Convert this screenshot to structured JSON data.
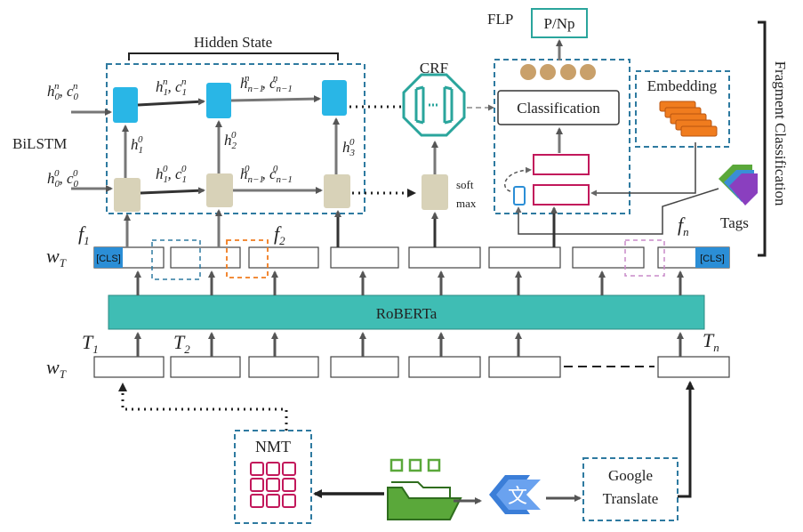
{
  "labels": {
    "hidden_state": "Hidden State",
    "bilstm": "BiLSTM",
    "crf": "CRF",
    "flp": "FLP",
    "p_np": "P/Np",
    "classification": "Classification",
    "embedding": "Embedding",
    "fragment_classification": "Fragment Classification",
    "tags": "Tags",
    "soft": "soft",
    "max": "max",
    "roberta": "RoBERTa",
    "cls_left": "[CLS]",
    "cls_right": "[CLS]",
    "nmt": "NMT",
    "google": "Google",
    "translate": "Translate"
  },
  "math": {
    "h0n": "h",
    "h0n_sub": "0",
    "h0n_sup": "n",
    "c0n": "c",
    "c0n_sub": "0",
    "c0n_sup": "n",
    "h00": "h",
    "h00_sub": "0",
    "h00_sup": "0",
    "c00": "c",
    "c00_sub": "0",
    "c00_sup": "0",
    "h1n": "h",
    "h1n_sub": "1",
    "h1n_sup": "n",
    "c1n": "c",
    "c1n_sub": "1",
    "c1n_sup": "n",
    "hn1n": "h",
    "hn1n_sub": "n−1",
    "hn1n_sup": "n",
    "cn1n": "c",
    "cn1n_sub": "n−1",
    "cn1n_sup": "n",
    "h10": "h",
    "h10_sub": "1",
    "h10_sup": "0",
    "c10": "c",
    "c10_sub": "1",
    "c10_sup": "0",
    "hn10": "h",
    "hn10_sub": "n−1",
    "hn10_sup": "0",
    "cn10": "c",
    "cn10_sub": "n−1",
    "cn10_sup": "0",
    "v1": "h",
    "v1_sub": "1",
    "v1_sup": "0",
    "v2": "h",
    "v2_sub": "2",
    "v2_sup": "0",
    "v3": "h",
    "v3_sub": "3",
    "v3_sup": "0",
    "f1": "f",
    "f1_sub": "1",
    "f2": "f",
    "f2_sub": "2",
    "fn": "f",
    "fn_sub": "n",
    "wT_top": "w",
    "wT_top_sub": "T",
    "wT_bot": "w",
    "wT_bot_sub": "T",
    "T1": "T",
    "T1_sub": "1",
    "T2": "T",
    "T2_sub": "2",
    "Tn": "T",
    "Tn_sub": "n"
  },
  "colors": {
    "dashed_box": "#2e7aa0",
    "lstm_top": "#29b6e6",
    "lstm_bottom": "#d8d2b8",
    "roberta": "#3fbdb4",
    "cls": "#2b8ed6",
    "crf": "#2aa59c",
    "magenta": "#c2185b",
    "orange": "#f07c1e",
    "tan_dot": "#c9a06a",
    "green": "#5aa83a",
    "arrow": "#555555"
  }
}
